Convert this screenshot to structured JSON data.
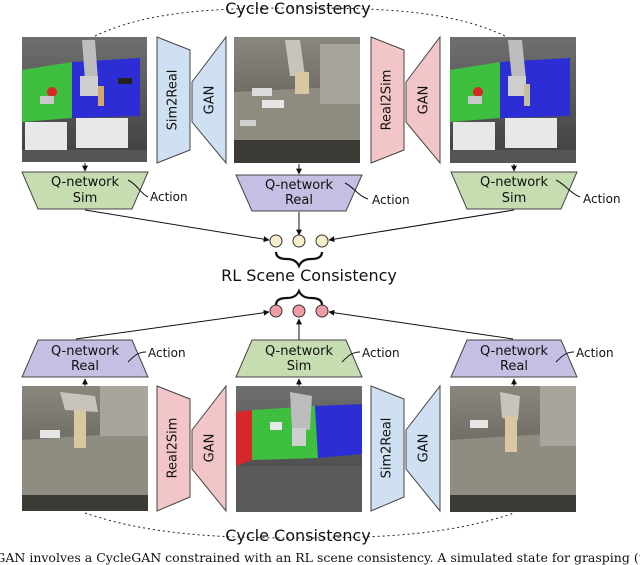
{
  "titles": {
    "cycle_top": "Cycle Consistency",
    "rl_scene": "RL Scene Consistency",
    "cycle_bottom": "Cycle Consistency"
  },
  "top_row": {
    "gen1": {
      "name": "Sim2Real",
      "gan": "GAN"
    },
    "gen2": {
      "name": "Real2Sim",
      "gan": "GAN"
    },
    "q_left": {
      "line1": "Q-network",
      "line2": "Sim"
    },
    "q_mid": {
      "line1": "Q-network",
      "line2": "Real"
    },
    "q_right": {
      "line1": "Q-network",
      "line2": "Sim"
    },
    "action": "Action"
  },
  "bottom_row": {
    "gen1": {
      "name": "Real2Sim",
      "gan": "GAN"
    },
    "gen2": {
      "name": "Sim2Real",
      "gan": "GAN"
    },
    "q_left": {
      "line1": "Q-network",
      "line2": "Real"
    },
    "q_mid": {
      "line1": "Q-network",
      "line2": "Sim"
    },
    "q_right": {
      "line1": "Q-network",
      "line2": "Real"
    },
    "action": "Action"
  },
  "caption": "eGAN involves a CycleGAN constrained with an RL scene consistency. A simulated state for grasping (top-left",
  "colors": {
    "sim2real_fill": "#cfe0f3",
    "real2sim_fill": "#f2c6c9",
    "q_sim_fill": "#c5ddb0",
    "q_real_fill": "#c6bee3",
    "yellow_node": "#f7eecb",
    "red_node": "#ef9da4",
    "sim_green": "#3fbf3f",
    "sim_blue": "#2d2dd6",
    "sim_red": "#d62828"
  }
}
